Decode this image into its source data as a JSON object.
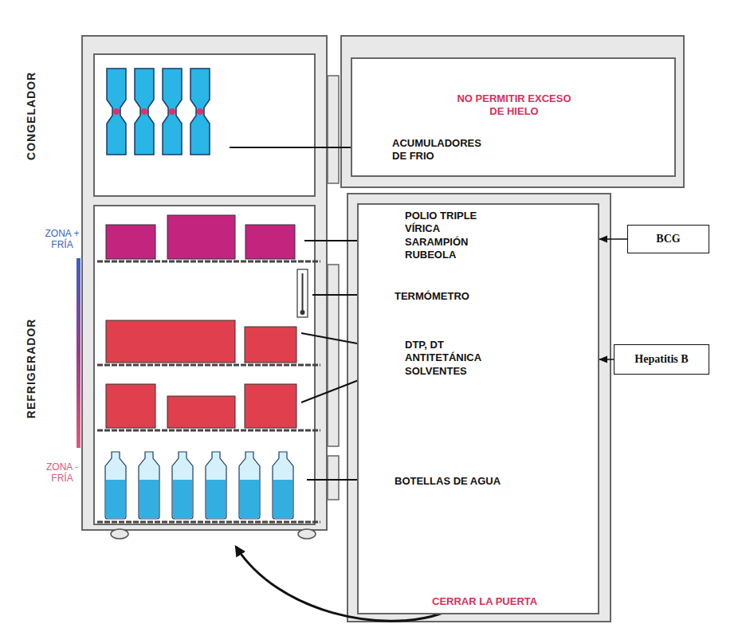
{
  "diagram": {
    "nodes": [
      {
        "text": [
          "NO PERMITIR EXCESO DE HIELO",
          "ACUMULADORES DE FRIO"
        ]
      },
      {
        "text": [
          "POLIO TRIPLE VÍRICA SARAMPIÓN RUBEOLA",
          "TERMÓMETRO",
          "DTP, DT ANTITETÁNICA SOLVENTES",
          "BOTELLAS DE AGUA",
          "CERRAR LA PUERTA"
        ]
      },
      {
        "text": [
          "BCG"
        ]
      },
      {
        "text": [
          "Hepatitis B"
        ]
      }
    ],
    "edges": [
      {
        "from": 2,
        "to": 1,
        "arrow": "to"
      },
      {
        "from": 3,
        "to": 1,
        "arrow": "to"
      }
    ],
    "labels": [
      "CONGELADOR",
      "REFRIGERADOR",
      "ZONA + FRÍA",
      "ZONA - FRÍA"
    ]
  }
}
